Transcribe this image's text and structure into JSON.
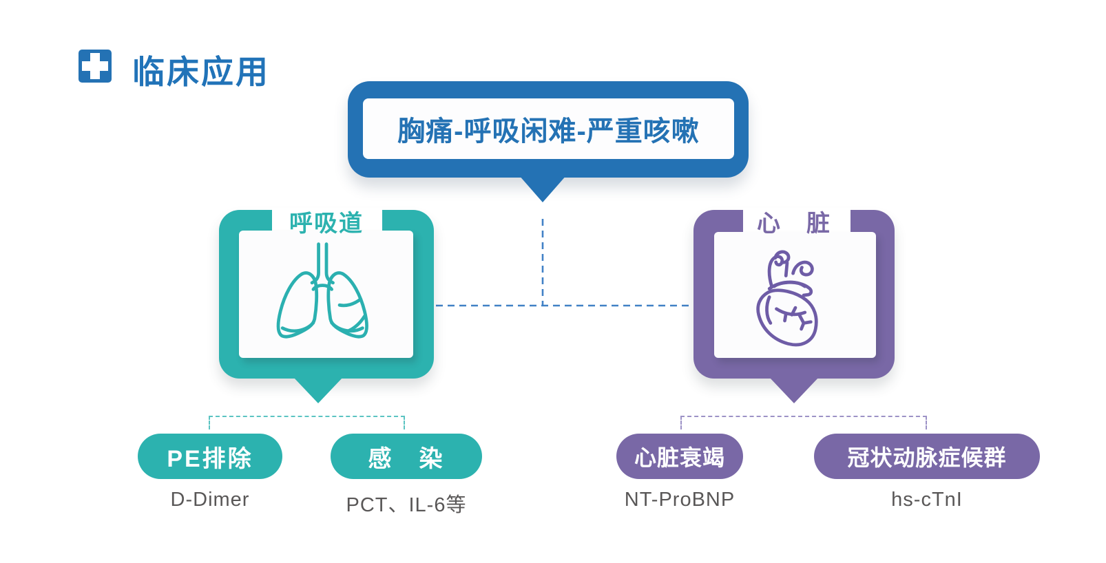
{
  "header": {
    "title": "临床应用"
  },
  "banner": {
    "text": "胸痛-呼吸闲难-严重咳嗽"
  },
  "branches": [
    {
      "label": "呼吸道",
      "icon": "lungs-icon",
      "color": "#2cb2af",
      "items": [
        {
          "pill": "PE排除",
          "marker": "D-Dimer"
        },
        {
          "pill": "感　染",
          "marker": "PCT、IL-6等"
        }
      ]
    },
    {
      "label": "心　脏",
      "icon": "heart-icon",
      "color": "#7968a6",
      "items": [
        {
          "pill": "心脏衰竭",
          "marker": "NT-ProBNP"
        },
        {
          "pill": "冠状动脉症候群",
          "marker": "hs-cTnI"
        }
      ]
    }
  ],
  "colors": {
    "blue": "#2472b4",
    "teal": "#2cb2af",
    "purple": "#7968a6",
    "dashed_blue": "#4181c6",
    "dashed_teal": "#5bc4c2",
    "dashed_purple": "#9c92c6",
    "marker_gray": "#595757"
  }
}
